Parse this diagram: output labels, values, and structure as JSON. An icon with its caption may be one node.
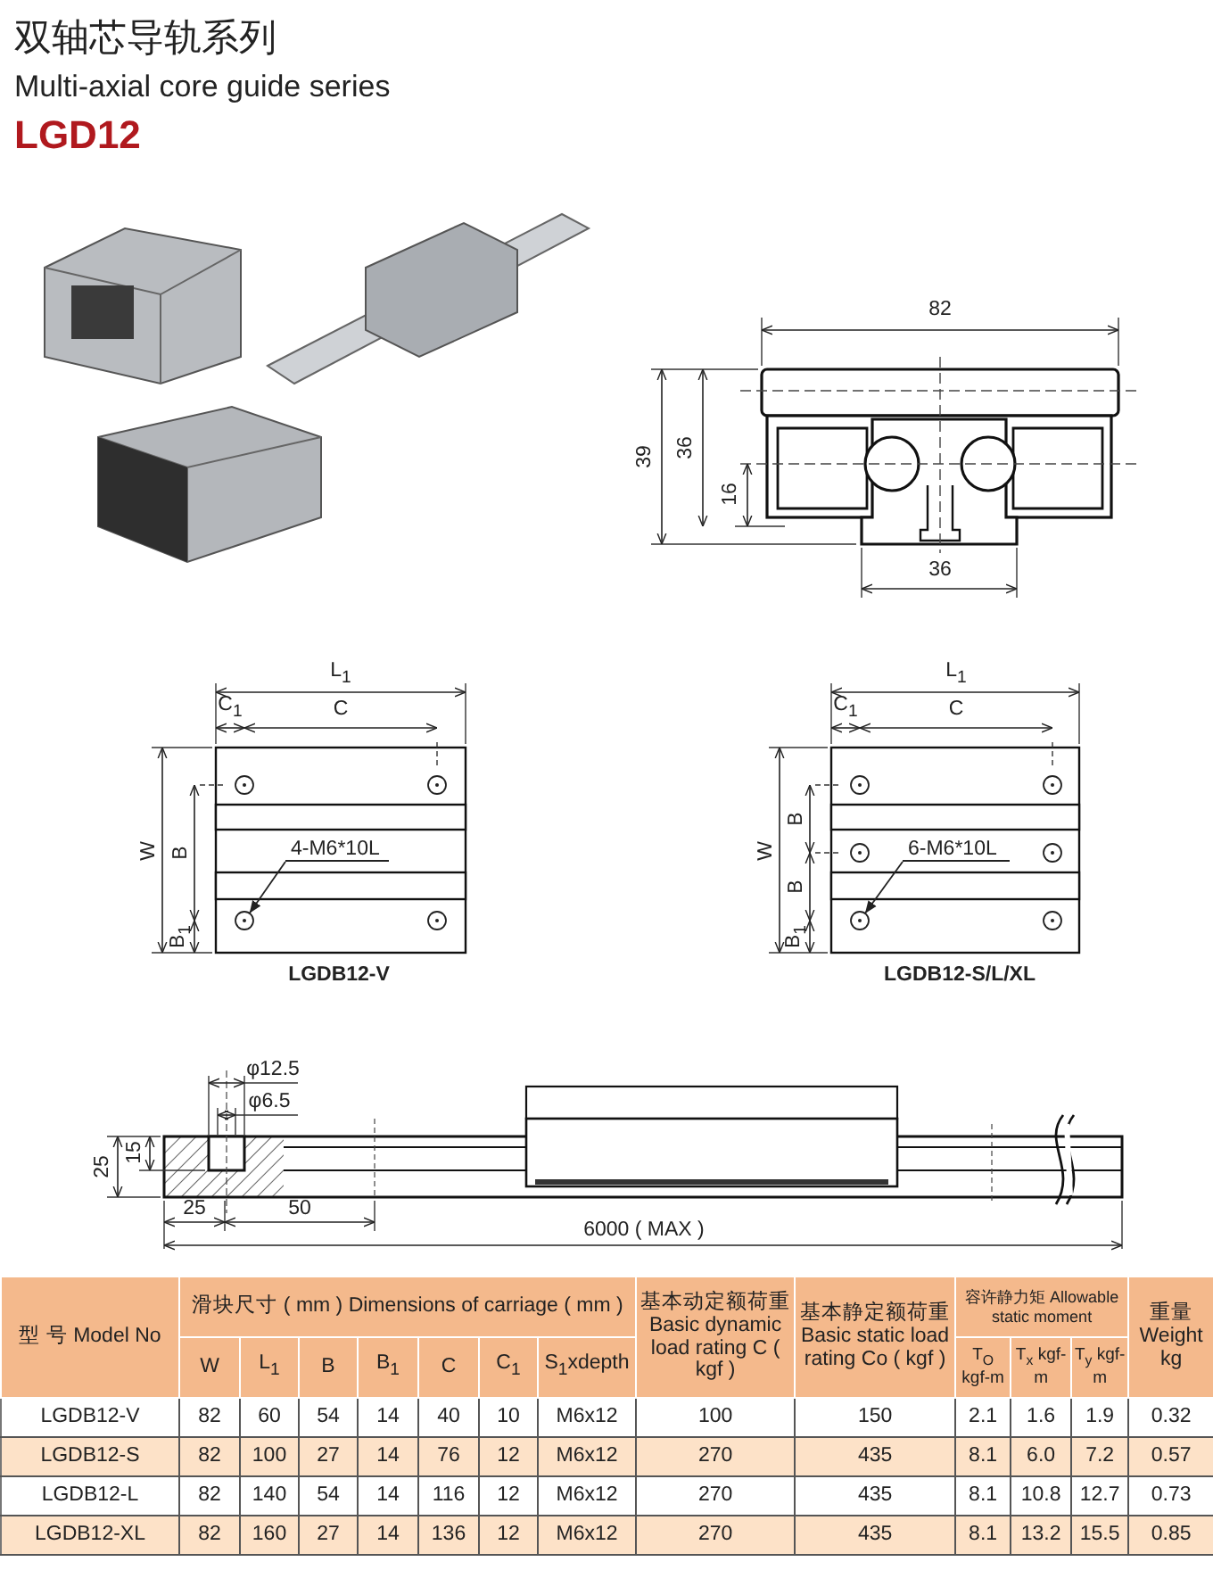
{
  "diagram": {
    "title": "双轴芯导轨系列",
    "nodes": [
      {
        "text": [],
        "shape": "circle"
      },
      {
        "text": [],
        "shape": "circle"
      },
      {
        "text": [
          "4-M6*10L"
        ]
      },
      {
        "text": [],
        "shape": "circle"
      },
      {
        "text": [],
        "shape": "circle"
      },
      {
        "text": [],
        "shape": "circle"
      },
      {
        "text": [],
        "shape": "circle"
      },
      {
        "text": [],
        "shape": "circle"
      },
      {
        "text": [],
        "shape": "circle"
      },
      {
        "text": [
          "6-M6*10L"
        ]
      },
      {
        "text": [],
        "shape": "circle"
      },
      {
        "text": [],
        "shape": "circle"
      }
    ],
    "edges": [
      {
        "from": 2,
        "to": 3,
        "arrow": "to"
      },
      {
        "from": 9,
        "to": 10,
        "arrow": "to"
      }
    ],
    "labels": [
      "Multi-axial core guide series",
      "LGD12",
      "82",
      "39",
      "36",
      "16",
      "36",
      "L$_{1}$",
      "C$_{1}$",
      "C",
      "W",
      "B",
      "B$_{1}$",
      "LGDB12-V",
      "L$_{1}$",
      "C$_{1}$",
      "C",
      "W",
      "B",
      "B",
      "B$_{1}$",
      "LGDB12-S/L/XL",
      "φ12.5",
      "φ6.5",
      "25",
      "15",
      "25",
      "50",
      "6000 ( MAX )",
      "型 号 Model No",
      "滑块尺寸 ( mm ) Dimensions of carriage ( mm )",
      "基本动定额荷重 Basic dynamic load rating C ( kgf )",
      "基本静定额荷重 Basic static load rating Co ( kgf )",
      "容许静力矩 Allowable static moment",
      "重量 Weight kg",
      "W",
      "L$_{1}$",
      "B",
      "B$_{1}$",
      "C",
      "C$_{1}$",
      "S$_{1}$xdepth",
      "T$_{O}$ kgf-m",
      "T$_{x}$ kgf-m",
      "T$_{y}$ kgf-m",
      "LGDB12-V",
      "82",
      "60",
      "54",
      "14",
      "40",
      "10",
      "M6x12",
      "100",
      "150",
      "2.1",
      "1.6",
      "1.9",
      "0.32",
      "LGDB12-S",
      "82",
      "100",
      "27",
      "14",
      "76",
      "12",
      "M6x12",
      "270",
      "435",
      "8.1",
      "6.0",
      "7.2",
      "0.57",
      "LGDB12-L",
      "82",
      "140",
      "54",
      "14",
      "116",
      "12",
      "M6x12",
      "270",
      "435",
      "8.1",
      "10.8",
      "12.7",
      "0.73",
      "LGDB12-XL",
      "82",
      "160",
      "27",
      "14",
      "136",
      "12",
      "M6x12",
      "270",
      "435",
      "8.1",
      "13.2",
      "15.5",
      "0.85"
    ]
  }
}
